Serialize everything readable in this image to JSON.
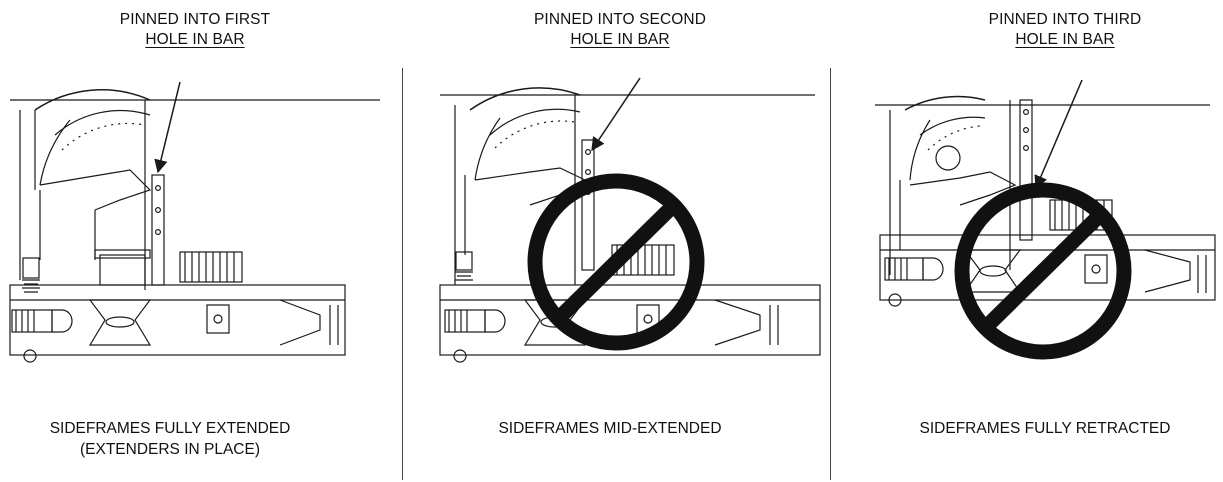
{
  "panels": [
    {
      "id": "first",
      "callout_line1": "PINNED INTO FIRST",
      "callout_line2": "HOLE IN BAR",
      "caption_line1": "SIDEFRAMES FULLY EXTENDED",
      "caption_line2": "(EXTENDERS IN PLACE)",
      "prohibited": false
    },
    {
      "id": "second",
      "callout_line1": "PINNED INTO SECOND",
      "callout_line2": "HOLE IN BAR",
      "caption_line1": "SIDEFRAMES MID-EXTENDED",
      "caption_line2": "",
      "prohibited": true
    },
    {
      "id": "third",
      "callout_line1": "PINNED INTO THIRD",
      "callout_line2": "HOLE IN BAR",
      "caption_line1": "SIDEFRAMES FULLY RETRACTED",
      "caption_line2": "",
      "prohibited": true
    }
  ],
  "colors": {
    "line": "#1a1a1a",
    "prohibition_ring": "#111111",
    "prohibition_fill": "#cfcfcf"
  }
}
